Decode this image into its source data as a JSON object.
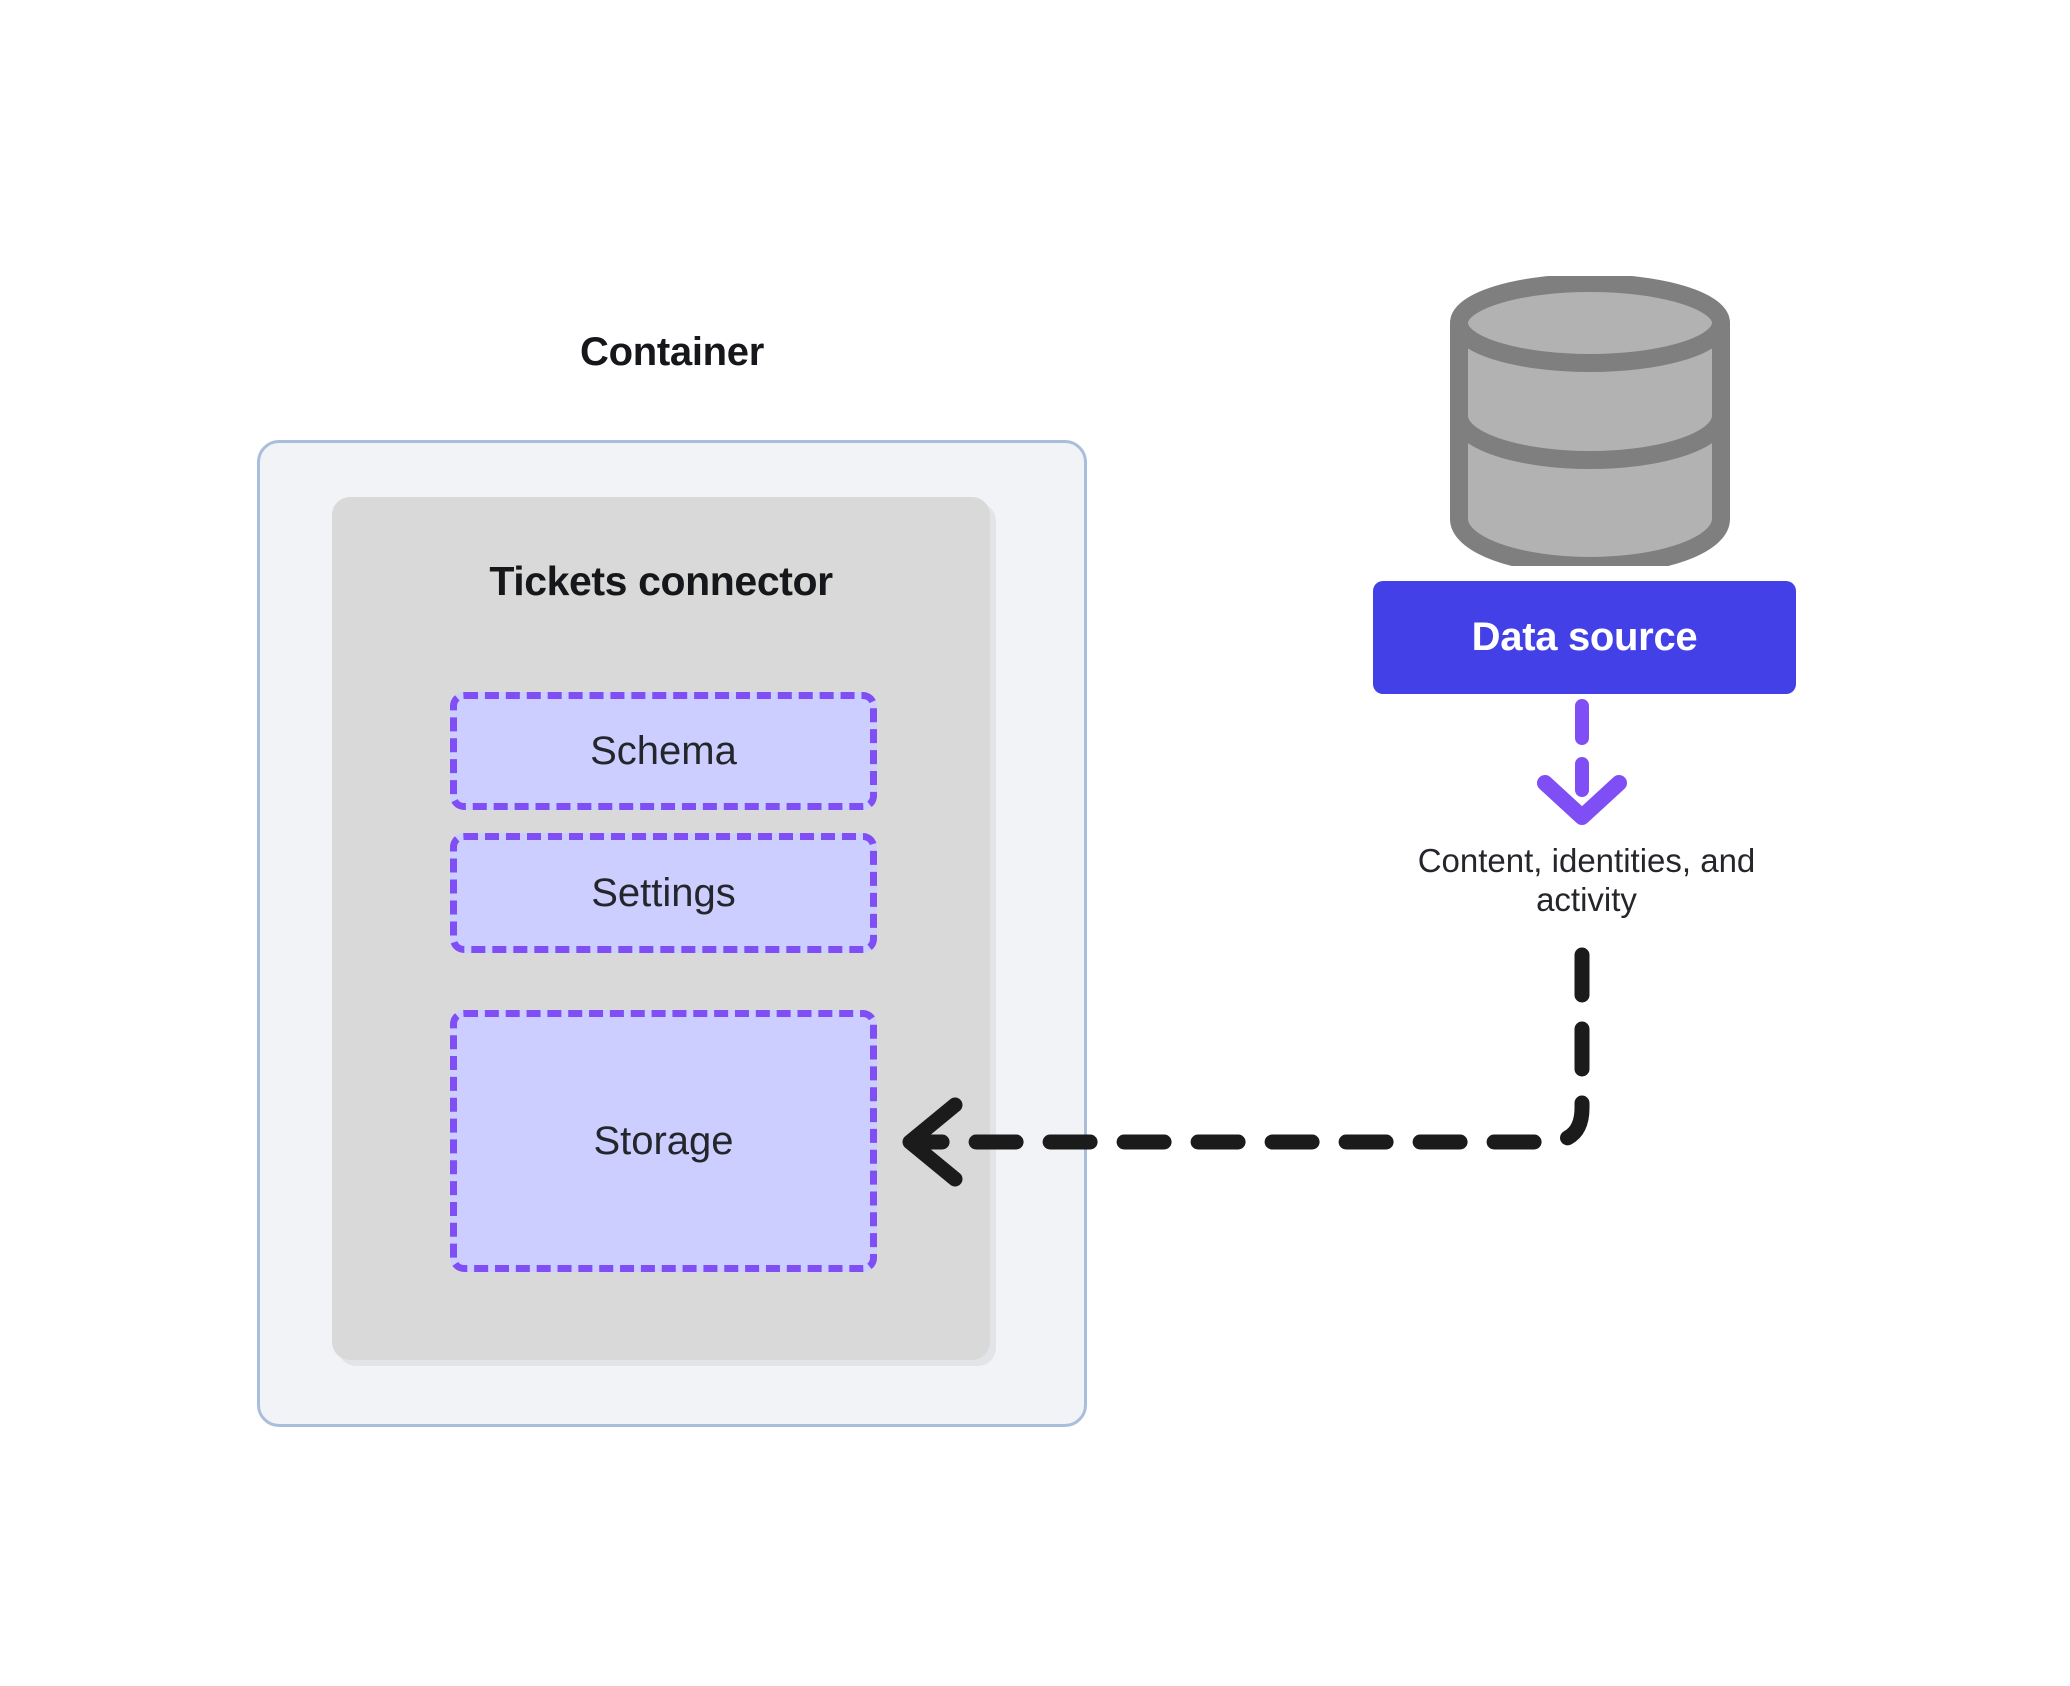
{
  "diagram": {
    "container": {
      "title": "Container",
      "border_color": "#a9bedb",
      "fill_color": "#f1f3f7"
    },
    "connector": {
      "title": "Tickets connector",
      "fill_color": "#d9d9d9",
      "modules": [
        {
          "label": "Schema",
          "fill": "#ccceff",
          "border": "#7f4ef5"
        },
        {
          "label": "Settings",
          "fill": "#ccceff",
          "border": "#7f4ef5"
        },
        {
          "label": "Storage",
          "fill": "#ccceff",
          "border": "#7f4ef5"
        }
      ]
    },
    "data_source": {
      "icon": "database-cylinder-icon",
      "button_label": "Data source",
      "button_color": "#4240e6",
      "cylinder_fill": "#b2b2b2",
      "cylinder_stroke": "#7f7f7f"
    },
    "flow": {
      "down_arrow_color": "#7f4ef5",
      "label": "Content, identities, and activity",
      "ingest_arrow_color": "#1b1b1b"
    }
  }
}
